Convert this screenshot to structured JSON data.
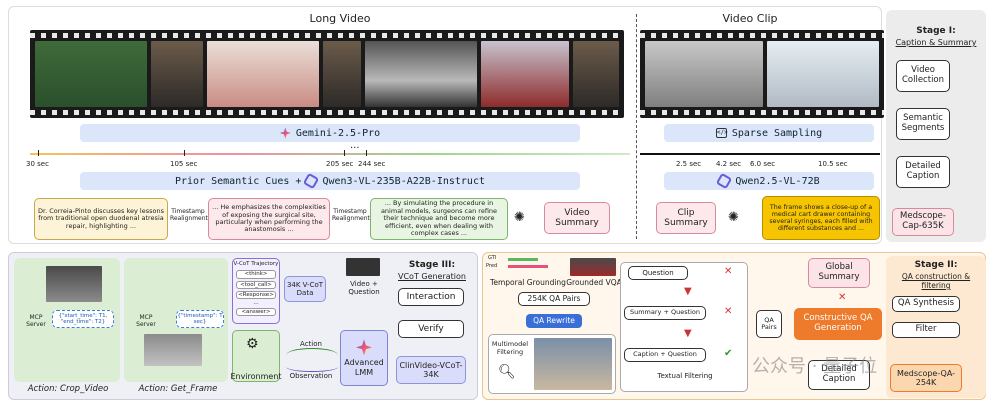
{
  "top": {
    "long_video_title": "Long Video",
    "video_clip_title": "Video Clip",
    "gemini_label": "Gemini-2.5-Pro",
    "sparse_sampling_label": "Sparse Sampling",
    "prior_cues_label": "Prior Semantic Cues +",
    "qwen3_label": "Qwen3-VL-235B-A22B-Instruct",
    "qwen25_label": "Qwen2.5-VL-72B",
    "timeline_long": [
      "30 sec",
      "105 sec",
      "205 sec",
      "244 sec"
    ],
    "timeline_clip": [
      "2.5 sec",
      "4.2 sec",
      "6.0 sec",
      "10.5 sec"
    ],
    "ellipsis": "...",
    "caption_1": "Dr. Correia-Pinto discusses key lessons from traditional open duodenal atresia repair, highlighting ...",
    "caption_2": "... He emphasizes the complexities of exposing the surgical site, particularly when performing the anastomosis ...",
    "caption_3": "... By simulating the procedure in animal models, surgeons can refine their technique and become more efficient, even when dealing with complex cases ...",
    "timestamp_realignment": "Timestamp Realignment",
    "video_summary": "Video Summary",
    "clip_summary": "Clip Summary",
    "clip_caption": "The frame shows a close-up of a medical cart drawer containing several syringes, each filled with different substances and ...",
    "stage1_title": "Stage I:",
    "stage1_sub": "Caption & Summary",
    "stage1_steps": [
      "Video Collection",
      "Semantic Segments",
      "Detailed Caption"
    ],
    "stage1_dataset": "Medscope-Cap-635K"
  },
  "bottom": {
    "tool_1_label": "Action: Crop_Video",
    "tool_2_label": "Action: Get_Frame",
    "mcp_server": "MCP Server",
    "crop_code": "{\"start_time\": T1, \"end_time\": T2}",
    "frame_code": "{\"timestamp\": T sec}",
    "vcot_title": "V-CoT Trajectory",
    "vcot_items": [
      "<think>",
      "<tool_call>",
      "<Response>",
      "...",
      "<answer>"
    ],
    "vcot_data": "34K V-CoT Data",
    "environment": "Environment",
    "action": "Action",
    "observation": "Observation",
    "video_plus_question": "Video + Question",
    "advanced_lmm": "Advanced LMM",
    "stage3_title": "Stage III:",
    "stage3_sub": "VCoT Generation",
    "interaction": "Interaction",
    "verify": "Verify",
    "clinvideo": "ClinVideo-VCoT-34K",
    "gti_label": "GTI",
    "pred_label": "Pred",
    "temporal_grounding": "Temporal Grounding",
    "grounded_vqa": "Grounded VQA",
    "qa_pairs_254k": "254K QA Pairs",
    "qa_rewrite": "QA Rewrite",
    "multimodel_filtering": "Multimodel Filtering",
    "textual_filtering": "Textual Filtering",
    "filter_rows": [
      "Question",
      "Summary + Question",
      "Caption + Question"
    ],
    "qa_pairs": "QA Pairs",
    "global_summary": "Global Summary",
    "constructive_qa": "Constructive QA Generation",
    "detailed_caption": "Detailed Caption",
    "stage2_title": "Stage II:",
    "stage2_sub": "QA construction & filtering",
    "stage2_steps": [
      "QA Synthesis",
      "Filter"
    ],
    "stage2_dataset": "Medscope-QA-254K",
    "watermark": "公众号 · 量子位"
  },
  "colors": {
    "film": "#1a1a1a",
    "gemini_bar": "#dbe6fb",
    "caption_yellow": "#fdf3d6",
    "caption_pink": "#fde8ec",
    "caption_green": "#e9f5e3",
    "clip_caption": "#f7c500",
    "stage_pink": "#fbe3e8",
    "constructive_qa": "#ee7a2b",
    "advanced_lmm": "#d9ddfb",
    "green_panel": "#dbeed3"
  }
}
